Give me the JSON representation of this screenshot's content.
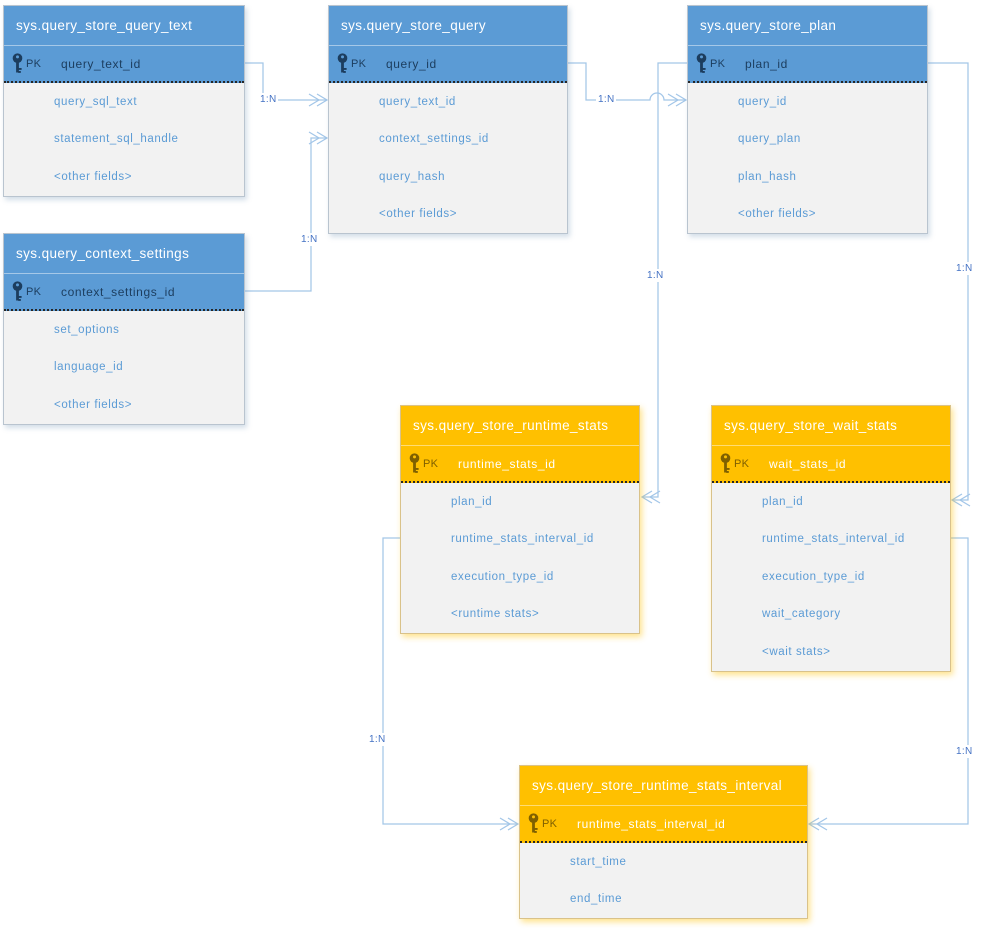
{
  "colors": {
    "table_blue": "#5B9BD5",
    "table_orange": "#FFC000",
    "row_bg": "#F2F2F2",
    "field_text": "#5B9BD5",
    "pk_text_blue": "#1C3D5E",
    "pk_text_orange": "#7F6000",
    "connector": "#A3C6E8",
    "connector_label": "#4472C4",
    "header_text": "#FFFFFF"
  },
  "tables": [
    {
      "name": "sys.query_store_query_text",
      "theme": "blue",
      "pk": {
        "badge": "PK",
        "field": "query_text_id"
      },
      "fields": [
        "query_sql_text",
        "statement_sql_handle",
        "<other fields>"
      ]
    },
    {
      "name": "sys.query_store_query",
      "theme": "blue",
      "pk": {
        "badge": "PK",
        "field": "query_id"
      },
      "fields": [
        "query_text_id",
        "context_settings_id",
        "query_hash",
        "<other fields>"
      ]
    },
    {
      "name": "sys.query_store_plan",
      "theme": "blue",
      "pk": {
        "badge": "PK",
        "field": "plan_id"
      },
      "fields": [
        "query_id",
        "query_plan",
        "plan_hash",
        "<other fields>"
      ]
    },
    {
      "name": "sys.query_context_settings",
      "theme": "blue",
      "pk": {
        "badge": "PK",
        "field": "context_settings_id"
      },
      "fields": [
        "set_options",
        "language_id",
        "<other fields>"
      ]
    },
    {
      "name": "sys.query_store_runtime_stats",
      "theme": "orange",
      "pk": {
        "badge": "PK",
        "field": "runtime_stats_id"
      },
      "fields": [
        "plan_id",
        "runtime_stats_interval_id",
        "execution_type_id",
        "<runtime stats>"
      ]
    },
    {
      "name": "sys.query_store_wait_stats",
      "theme": "orange",
      "pk": {
        "badge": "PK",
        "field": "wait_stats_id"
      },
      "fields": [
        "plan_id",
        "runtime_stats_interval_id",
        "execution_type_id",
        "wait_category",
        "<wait stats>"
      ]
    },
    {
      "name": "sys.query_store_runtime_stats_interval",
      "theme": "orange",
      "pk": {
        "badge": "PK",
        "field": "runtime_stats_interval_id"
      },
      "fields": [
        "start_time",
        "end_time"
      ]
    }
  ],
  "connections": [
    {
      "from": "query_store_query_text.query_text_id",
      "to": "query_store_query.query_text_id",
      "label": "1:N"
    },
    {
      "from": "query_context_settings.context_settings_id",
      "to": "query_store_query.context_settings_id",
      "label": "1:N"
    },
    {
      "from": "query_store_query.query_id",
      "to": "query_store_plan.query_id",
      "label": "1:N"
    },
    {
      "from": "query_store_plan.plan_id",
      "to": "query_store_runtime_stats.plan_id",
      "label": "1:N"
    },
    {
      "from": "query_store_plan.plan_id",
      "to": "query_store_wait_stats.plan_id",
      "label": "1:N"
    },
    {
      "from": "query_store_runtime_stats.runtime_stats_interval_id",
      "to": "query_store_runtime_stats_interval.runtime_stats_interval_id",
      "label": "1:N"
    },
    {
      "from": "query_store_wait_stats.runtime_stats_interval_id",
      "to": "query_store_runtime_stats_interval.runtime_stats_interval_id",
      "label": "1:N"
    }
  ]
}
